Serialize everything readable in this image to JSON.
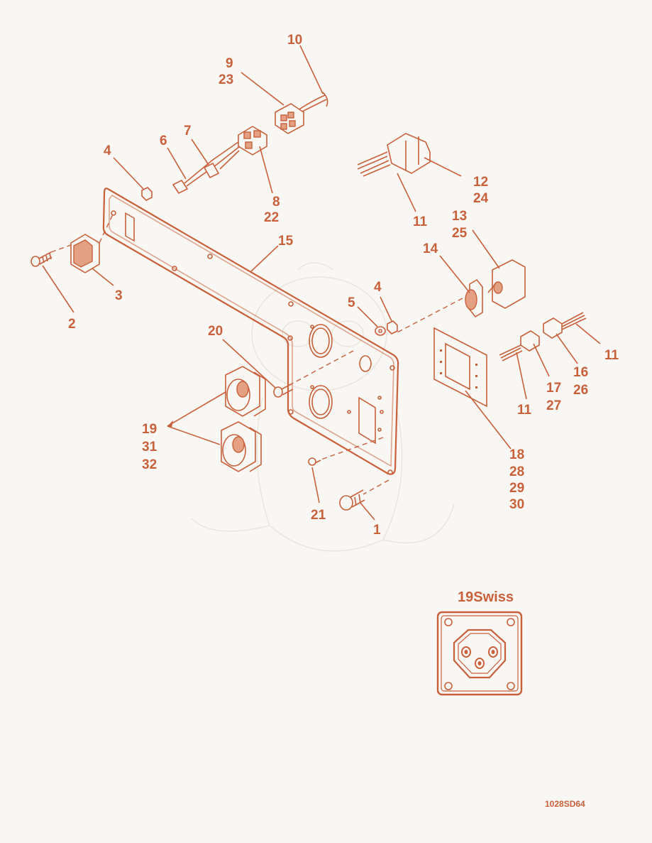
{
  "colors": {
    "ink": "#c8603a",
    "background": "#f9f7f4"
  },
  "callouts": {
    "c10": "10",
    "c9": "9",
    "c23": "23",
    "c7": "7",
    "c6": "6",
    "c4a": "4",
    "c8": "8",
    "c22": "22",
    "c12": "12",
    "c24": "24",
    "c11a": "11",
    "c13": "13",
    "c25": "25",
    "c15": "15",
    "c14": "14",
    "c2": "2",
    "c3": "3",
    "c4b": "4",
    "c5": "5",
    "c11b": "11",
    "c16": "16",
    "c26": "26",
    "c17": "17",
    "c27": "27",
    "c11c": "11",
    "c20": "20",
    "c19": "19",
    "c31": "31",
    "c32": "32",
    "c18": "18",
    "c28": "28",
    "c29": "29",
    "c30": "30",
    "c21": "21",
    "c1": "1"
  },
  "inset": {
    "title": "19Swiss"
  },
  "drawing_id": "1028SD64"
}
